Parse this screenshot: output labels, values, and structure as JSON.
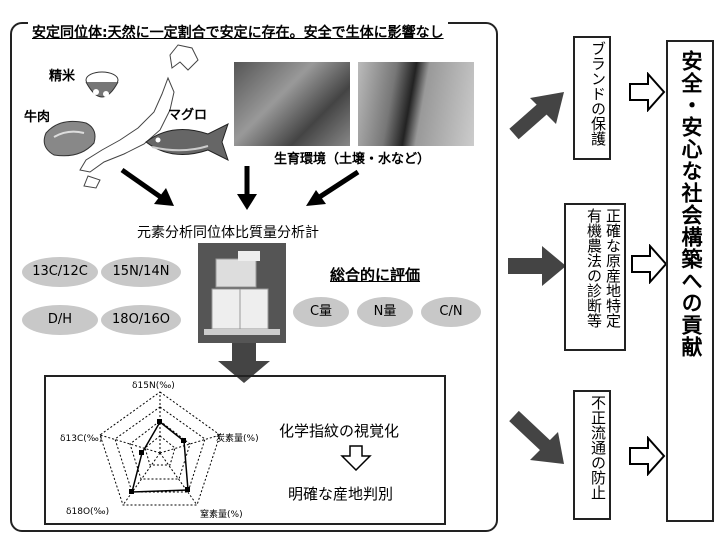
{
  "header": {
    "title": "安定同位体:天然に一定割合で安定に存在。安全で生体に影響なし"
  },
  "samples": {
    "rice": "精米",
    "beef": "牛肉",
    "tuna": "マグロ",
    "environment": "生育環境（土壌・水など）"
  },
  "instrument": {
    "label": "元素分析同位体比質量分析計"
  },
  "ratios": [
    "13C/12C",
    "15N/14N",
    "D/H",
    "18O/16O"
  ],
  "evaluation": {
    "title": "総合的に評価",
    "items": [
      "C量",
      "N量",
      "C/N"
    ]
  },
  "radar": {
    "axes": [
      "δ15N(‰)",
      "炭素量(%)",
      "窒素量(%)",
      "δ18O(‰)",
      "δ13C(‰)"
    ],
    "visualize": "化学指紋の視覚化",
    "result": "明確な産地判別"
  },
  "outcomes": {
    "brand": "ブランドの保護",
    "origin_line1": "正確な原産地特定",
    "origin_line2": "有機農法の診断等",
    "fraud": "不正流通の防止"
  },
  "conclusion": "安全・安心な社会構築への貢献"
}
